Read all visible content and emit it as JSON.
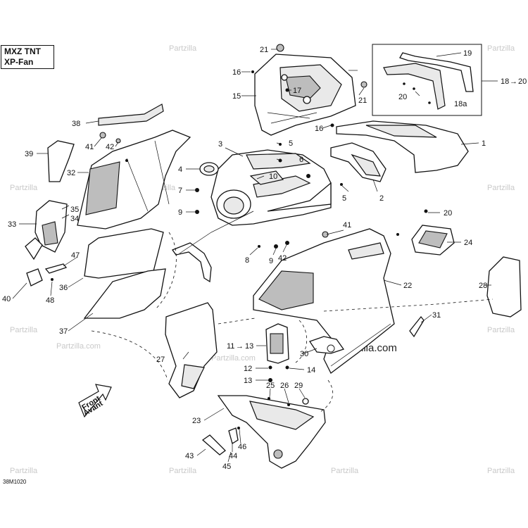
{
  "model": {
    "line1": "MXZ TNT",
    "line2": "XP-Fan"
  },
  "reference_code": "38M1020",
  "watermark": {
    "site": "Partzilla",
    "main": "Partzilla.com",
    "small": "Partzilla.com"
  },
  "front_arrow": {
    "line1": "Front",
    "line2": "Avant"
  },
  "callouts": {
    "c1": "1",
    "c2": "2",
    "c3": "3",
    "c4": "4",
    "c5a": "5",
    "c5b": "5",
    "c6": "6",
    "c7": "7",
    "c8": "8",
    "c9a": "9",
    "c9b": "9",
    "c10": "10",
    "c11": "11",
    "c12": "12",
    "c13a": "13",
    "c14": "14",
    "c15": "15",
    "c16a": "16",
    "c16b": "16",
    "c17": "17",
    "c18": "18",
    "c19": "19",
    "c20a": "20",
    "c20b": "20",
    "c18a": "18a",
    "c21a": "21",
    "c21b": "21",
    "c22": "22",
    "c23": "23",
    "c24": "24",
    "c25": "25",
    "c26": "26",
    "c27": "27",
    "c28": "28",
    "c29": "29",
    "c30": "30",
    "c31": "31",
    "c32": "32",
    "c33": "33",
    "c34": "34",
    "c35": "35",
    "c36": "36",
    "c37": "37",
    "c38": "38",
    "c39": "39",
    "c40": "40",
    "c41a": "41",
    "c41b": "41",
    "c42a": "42",
    "c42b": "42",
    "c43": "43",
    "c44": "44",
    "c45": "45",
    "c46": "46",
    "c47": "47",
    "c48": "48",
    "c13b": "13"
  },
  "arrow_glyph": "→"
}
